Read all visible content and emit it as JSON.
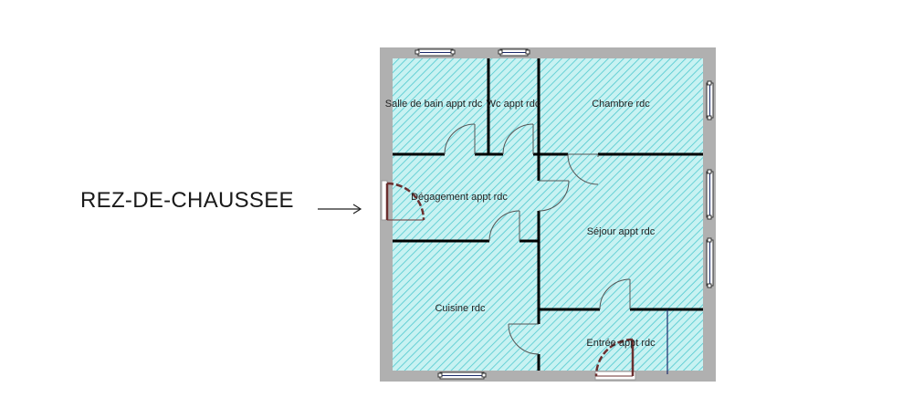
{
  "title": "REZ-DE-CHAUSSEE",
  "colors": {
    "room_fill": "#c8f2f2",
    "hatch": "#4fc9cf",
    "outer_wall": "#b0b0b0",
    "wall": "#000000",
    "door_swing": "#555555",
    "entry_door": "#6b2f2f"
  },
  "rooms": [
    {
      "id": "salle-de-bain",
      "label": "Salle de bain appt rdc"
    },
    {
      "id": "wc",
      "label": "Wc appt rdc"
    },
    {
      "id": "chambre",
      "label": "Chambre rdc"
    },
    {
      "id": "degagement",
      "label": "Dégagement appt rdc"
    },
    {
      "id": "sejour",
      "label": "Séjour appt rdc"
    },
    {
      "id": "cuisine",
      "label": "Cuisine rdc"
    },
    {
      "id": "entree",
      "label": "Entrée appt rdc"
    }
  ]
}
